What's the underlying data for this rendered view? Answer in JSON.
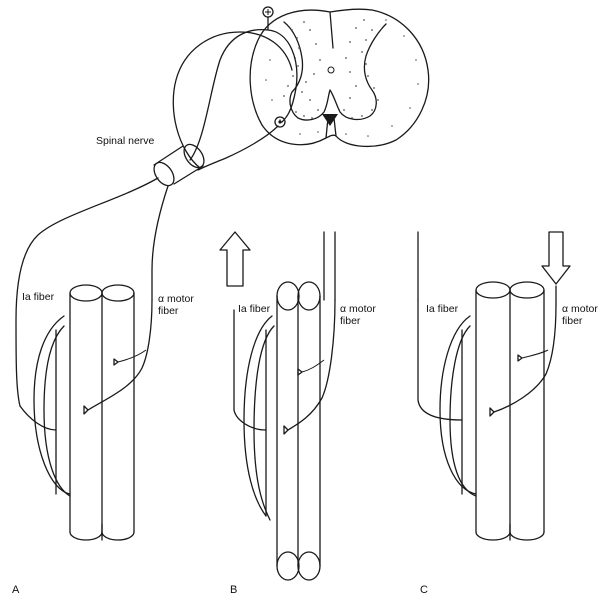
{
  "labels": {
    "spinal_nerve": "Spinal nerve",
    "ia_fiber": "Ia fiber",
    "alpha_motor_line1": "α motor",
    "alpha_motor_line2": "fiber"
  },
  "panels": [
    "A",
    "B",
    "C"
  ],
  "arrows": {
    "B": "up",
    "C": "down"
  },
  "colors": {
    "ink": "#1a1a1a",
    "background": "#ffffff"
  }
}
